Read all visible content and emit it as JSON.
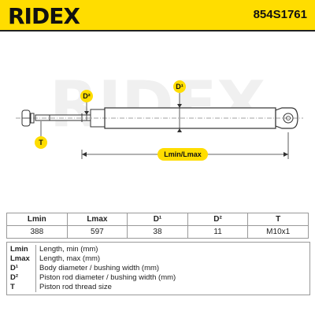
{
  "header": {
    "logo": "RIDEX",
    "part_number": "854S1761",
    "accent_color": "#ffdd00"
  },
  "diagram": {
    "labels": {
      "d1": "D¹",
      "d2": "D²",
      "t": "T",
      "length": "Lmin/Lmax"
    },
    "watermark": "RIDEX"
  },
  "table": {
    "headers": [
      "Lmin",
      "Lmax",
      "D¹",
      "D²",
      "T"
    ],
    "values": [
      "388",
      "597",
      "38",
      "11",
      "M10x1"
    ]
  },
  "legend": [
    {
      "abbr": "Lmin",
      "desc": "Length, min (mm)"
    },
    {
      "abbr": "Lmax",
      "desc": "Length, max (mm)"
    },
    {
      "abbr": "D¹",
      "desc": "Body diameter / bushing width (mm)"
    },
    {
      "abbr": "D²",
      "desc": "Piston rod diameter / bushing width (mm)"
    },
    {
      "abbr": "T",
      "desc": "Piston rod thread size"
    }
  ]
}
